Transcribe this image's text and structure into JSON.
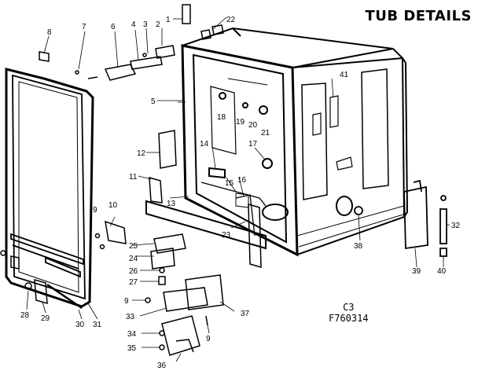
{
  "title": "TUB DETAILS",
  "figure": {
    "section_code": "C3",
    "drawing_number": "F760314"
  },
  "callouts": [
    "1",
    "2",
    "3",
    "4",
    "5",
    "6",
    "7",
    "8",
    "9",
    "9",
    "9",
    "10",
    "11",
    "12",
    "13",
    "14",
    "15",
    "16",
    "17",
    "18",
    "19",
    "20",
    "21",
    "22",
    "23",
    "24",
    "25",
    "26",
    "27",
    "28",
    "29",
    "30",
    "31",
    "32",
    "33",
    "34",
    "35",
    "36",
    "37",
    "38",
    "39",
    "40",
    "41"
  ]
}
